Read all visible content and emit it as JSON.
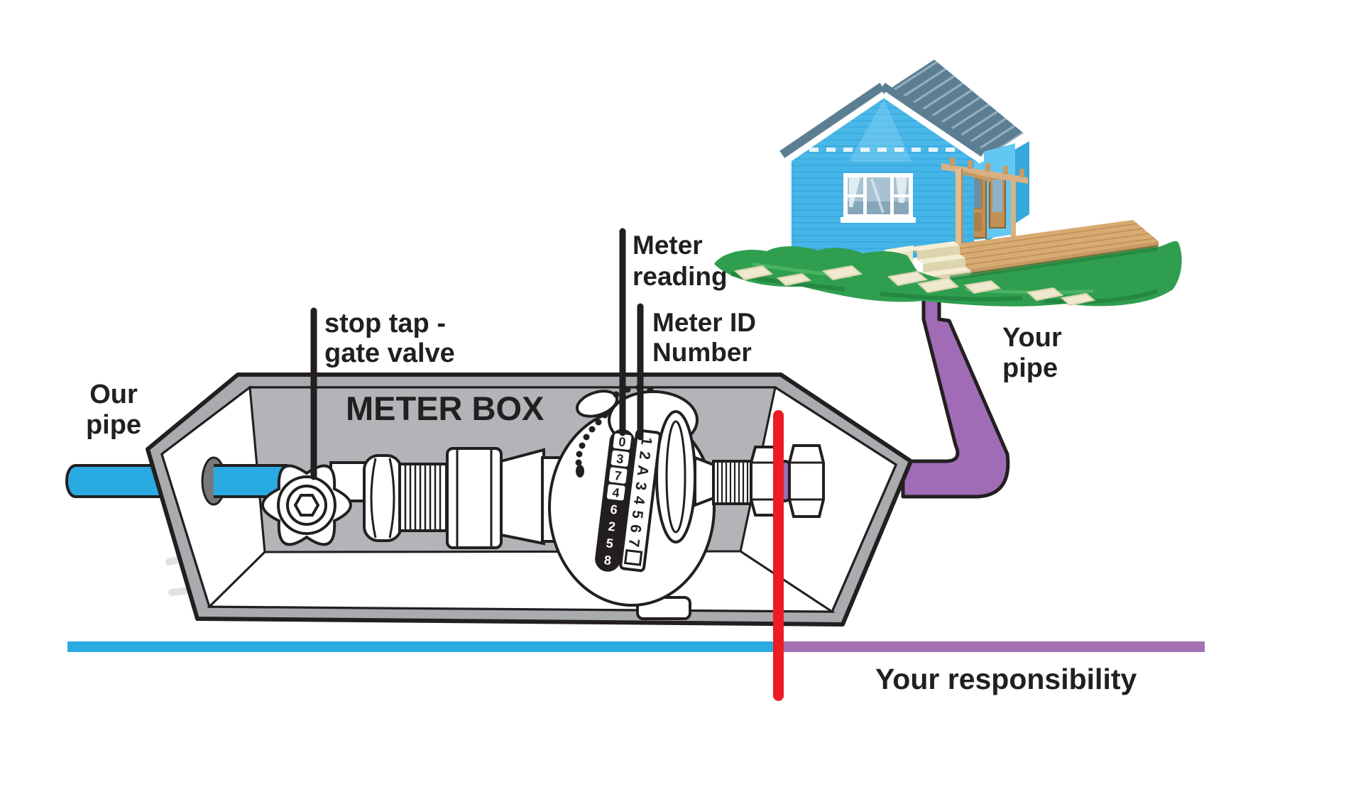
{
  "diagram": {
    "labels": {
      "our_pipe": {
        "line1": "Our",
        "line2": "pipe"
      },
      "stop_tap": {
        "line1": "stop tap -",
        "line2": "gate valve"
      },
      "meter_box": "METER BOX",
      "meter_reading": {
        "line1": "Meter",
        "line2": "reading"
      },
      "meter_id": {
        "line1": "Meter ID",
        "line2": "Number"
      },
      "your_pipe": {
        "line1": "Your",
        "line2": "pipe"
      },
      "your_responsibility": "Your responsibility"
    },
    "meter": {
      "reading_digits": [
        "0",
        "3",
        "7",
        "4",
        "6",
        "2",
        "5",
        "8"
      ],
      "id_number": "12A34567"
    },
    "colors": {
      "pipe_blue": "#29abe2",
      "pipe_purple": "#a06cb5",
      "line_purple": "#a472b4",
      "boundary_red": "#ec1c24",
      "box_gray": "#a9abae",
      "box_wall_gray": "#b2b4b7",
      "outline": "#231f20"
    }
  }
}
